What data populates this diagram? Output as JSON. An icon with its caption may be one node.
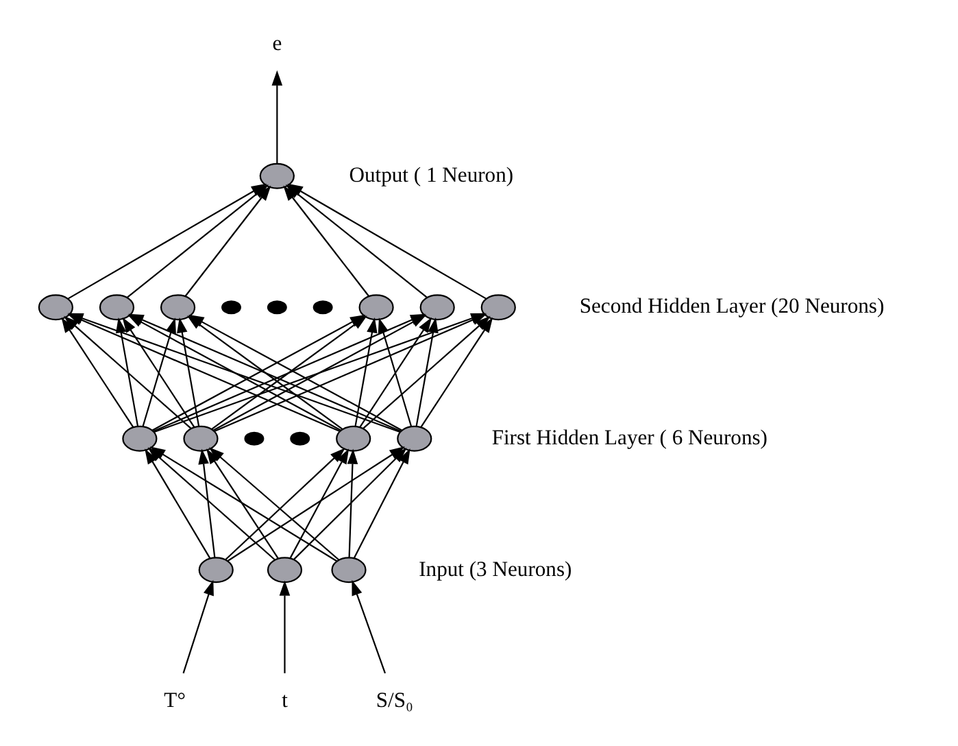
{
  "diagram": {
    "nodes": [
      {
        "text": [
          "e"
        ]
      },
      {
        "text": [],
        "shape": "circle"
      },
      {
        "text": [],
        "shape": "circle"
      },
      {
        "text": [],
        "shape": "circle"
      },
      {
        "text": [],
        "shape": "circle"
      },
      {
        "text": [],
        "shape": "dot"
      },
      {
        "text": [],
        "shape": "dot"
      },
      {
        "text": [],
        "shape": "dot"
      },
      {
        "text": [],
        "shape": "circle"
      },
      {
        "text": [],
        "shape": "circle"
      },
      {
        "text": [],
        "shape": "circle"
      },
      {
        "text": [],
        "shape": "circle"
      },
      {
        "text": [],
        "shape": "circle"
      },
      {
        "text": [],
        "shape": "dot"
      },
      {
        "text": [],
        "shape": "dot"
      },
      {
        "text": [],
        "shape": "circle"
      },
      {
        "text": [],
        "shape": "circle"
      },
      {
        "text": [],
        "shape": "circle"
      },
      {
        "text": [],
        "shape": "circle"
      },
      {
        "text": [],
        "shape": "circle"
      },
      {
        "text": [
          "T°"
        ]
      },
      {
        "text": [
          "t"
        ]
      },
      {
        "text": [
          "S/S₀"
        ]
      }
    ],
    "edges": [
      {
        "from": 1,
        "to": 0,
        "arrow": "to"
      },
      {
        "from": 2,
        "to": 1,
        "arrow": "to"
      },
      {
        "from": 3,
        "to": 1,
        "arrow": "to"
      },
      {
        "from": 4,
        "to": 1,
        "arrow": "to"
      },
      {
        "from": 8,
        "to": 1,
        "arrow": "to"
      },
      {
        "from": 9,
        "to": 1,
        "arrow": "to"
      },
      {
        "from": 10,
        "to": 1,
        "arrow": "to"
      },
      {
        "from": 11,
        "to": 2,
        "arrow": "to"
      },
      {
        "from": 11,
        "to": 3,
        "arrow": "to"
      },
      {
        "from": 11,
        "to": 4,
        "arrow": "to"
      },
      {
        "from": 11,
        "to": 8,
        "arrow": "to"
      },
      {
        "from": 11,
        "to": 9,
        "arrow": "to"
      },
      {
        "from": 11,
        "to": 10,
        "arrow": "to"
      },
      {
        "from": 12,
        "to": 2,
        "arrow": "to"
      },
      {
        "from": 12,
        "to": 3,
        "arrow": "to"
      },
      {
        "from": 12,
        "to": 4,
        "arrow": "to"
      },
      {
        "from": 12,
        "to": 8,
        "arrow": "to"
      },
      {
        "from": 12,
        "to": 9,
        "arrow": "to"
      },
      {
        "from": 12,
        "to": 10,
        "arrow": "to"
      },
      {
        "from": 15,
        "to": 2,
        "arrow": "to"
      },
      {
        "from": 15,
        "to": 3,
        "arrow": "to"
      },
      {
        "from": 15,
        "to": 4,
        "arrow": "to"
      },
      {
        "from": 15,
        "to": 8,
        "arrow": "to"
      },
      {
        "from": 15,
        "to": 9,
        "arrow": "to"
      },
      {
        "from": 15,
        "to": 10,
        "arrow": "to"
      },
      {
        "from": 16,
        "to": 2,
        "arrow": "to"
      },
      {
        "from": 16,
        "to": 3,
        "arrow": "to"
      },
      {
        "from": 16,
        "to": 4,
        "arrow": "to"
      },
      {
        "from": 16,
        "to": 8,
        "arrow": "to"
      },
      {
        "from": 16,
        "to": 9,
        "arrow": "to"
      },
      {
        "from": 16,
        "to": 10,
        "arrow": "to"
      },
      {
        "from": 17,
        "to": 11,
        "arrow": "to"
      },
      {
        "from": 17,
        "to": 12,
        "arrow": "to"
      },
      {
        "from": 17,
        "to": 15,
        "arrow": "to"
      },
      {
        "from": 17,
        "to": 16,
        "arrow": "to"
      },
      {
        "from": 18,
        "to": 11,
        "arrow": "to"
      },
      {
        "from": 18,
        "to": 12,
        "arrow": "to"
      },
      {
        "from": 18,
        "to": 15,
        "arrow": "to"
      },
      {
        "from": 18,
        "to": 16,
        "arrow": "to"
      },
      {
        "from": 19,
        "to": 11,
        "arrow": "to"
      },
      {
        "from": 19,
        "to": 12,
        "arrow": "to"
      },
      {
        "from": 19,
        "to": 15,
        "arrow": "to"
      },
      {
        "from": 19,
        "to": 16,
        "arrow": "to"
      },
      {
        "from": 20,
        "to": 17,
        "arrow": "to"
      },
      {
        "from": 21,
        "to": 18,
        "arrow": "to"
      },
      {
        "from": 22,
        "to": 19,
        "arrow": "to"
      }
    ],
    "labels": [
      "Output ( 1 Neuron)",
      "Second Hidden Layer (20 Neurons)",
      "First Hidden Layer ( 6 Neurons)",
      "Input (3 Neurons)"
    ]
  }
}
